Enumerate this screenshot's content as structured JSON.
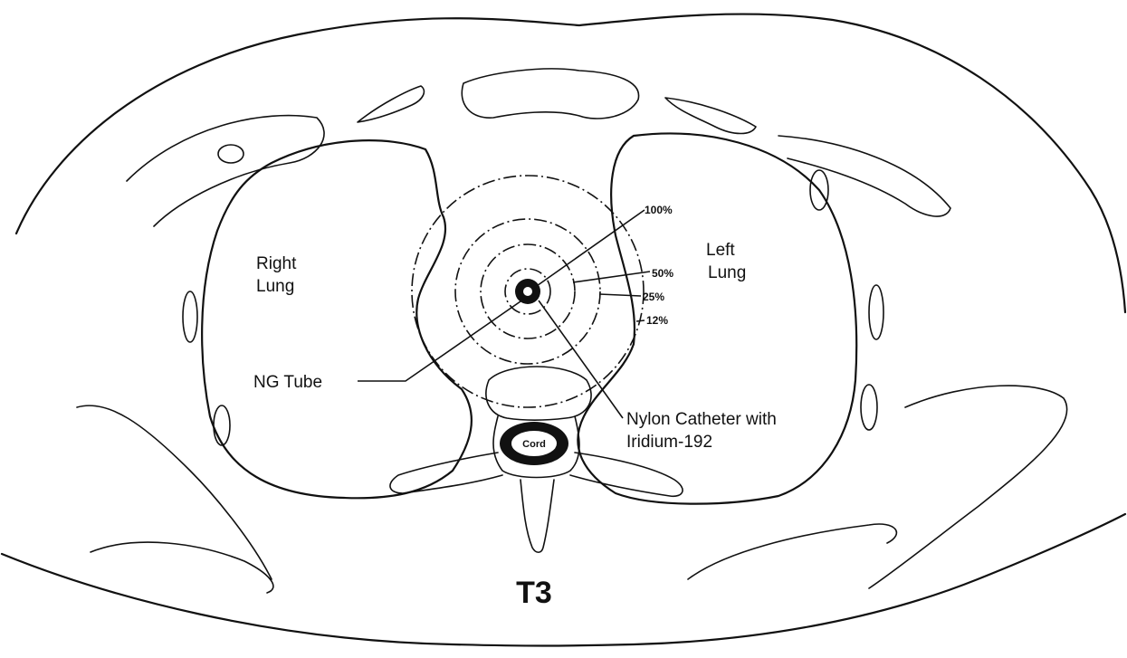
{
  "labels": {
    "right_lung_line1": "Right",
    "right_lung_line2": "Lung",
    "left_lung_line1": "Left",
    "left_lung_line2": "Lung",
    "ng_tube": "NG Tube",
    "catheter_line1": "Nylon Catheter with",
    "catheter_line2": "Iridium-192",
    "cord": "Cord",
    "vertebral_level": "T3"
  },
  "isodose_lines": [
    {
      "label": "100%"
    },
    {
      "label": "50%"
    },
    {
      "label": "25%"
    },
    {
      "label": "12%"
    }
  ]
}
